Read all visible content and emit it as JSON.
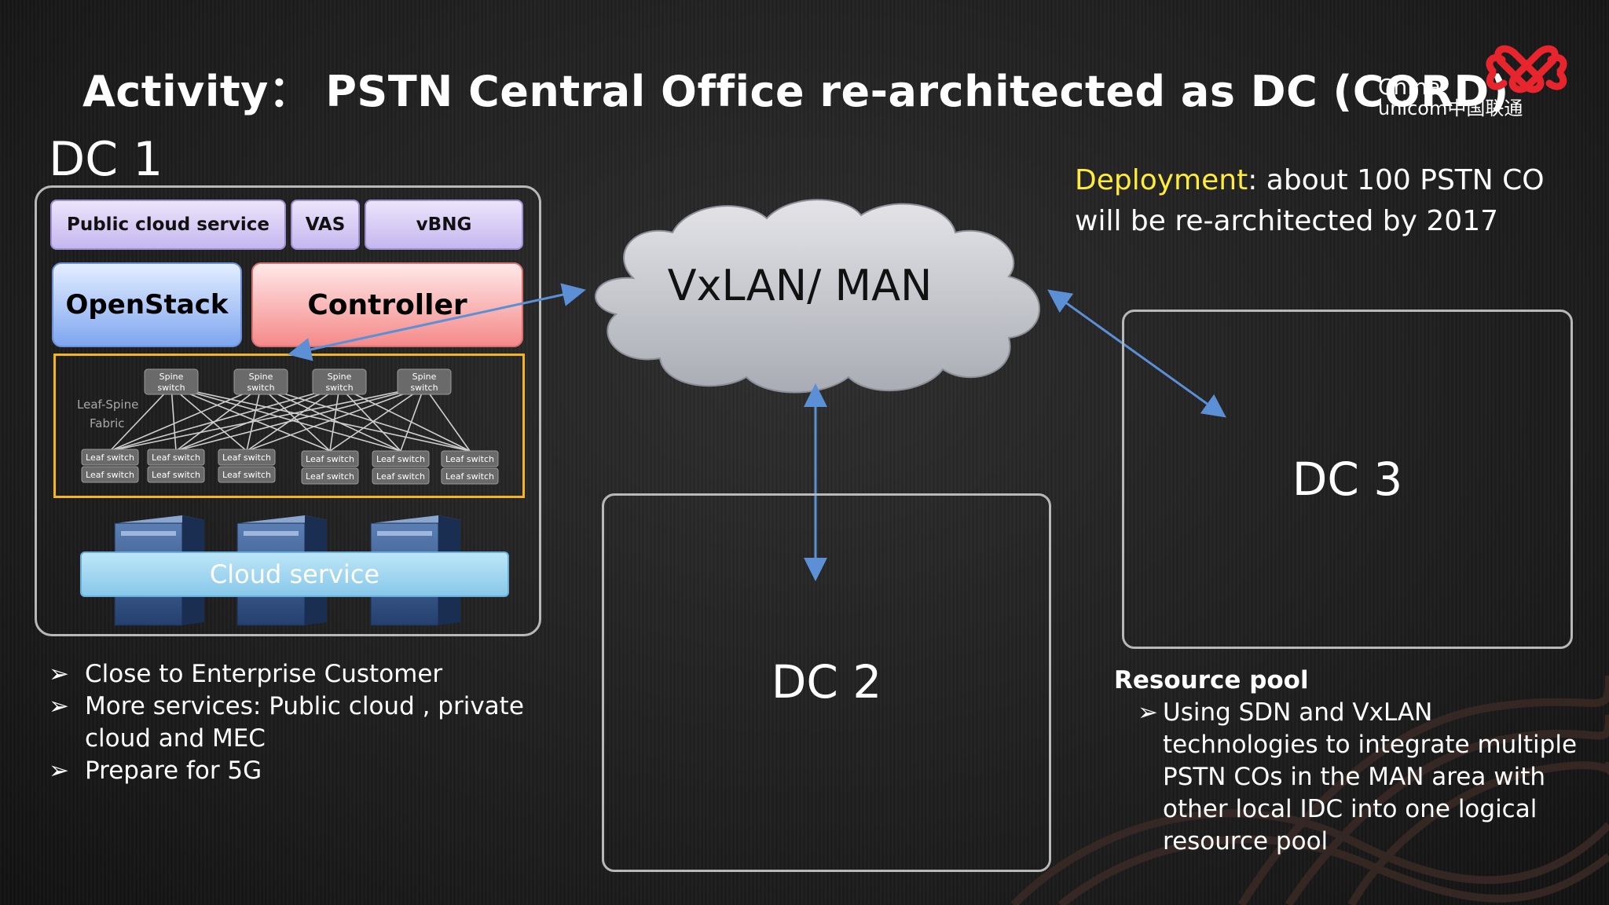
{
  "slide": {
    "title_prefix": "Activity：",
    "title_main": "PSTN Central Office re-architected as DC (CORD)"
  },
  "logo": {
    "line1": "China",
    "line2": "unicom中国联通",
    "color": "#e8242d"
  },
  "dc1": {
    "label": "DC 1",
    "services": [
      "Public cloud service",
      "VAS",
      "vBNG"
    ],
    "openstack": "OpenStack",
    "controller": "Controller",
    "fabric_label_1": "Leaf-Spine",
    "fabric_label_2": "Fabric",
    "spine_label_1": "Spine",
    "spine_label_2": "switch",
    "leaf_label": "Leaf switch",
    "cloud_service": "Cloud service"
  },
  "network": {
    "cloud_label": "VxLAN/ MAN"
  },
  "dc2": {
    "label": "DC 2"
  },
  "dc3": {
    "label": "DC 3"
  },
  "deployment": {
    "highlight": "Deployment",
    "line1_rest": ":  about 100 PSTN CO",
    "line2": "will be re-architected by 2017"
  },
  "dc1_bullets": [
    "Close to Enterprise  Customer",
    "More services: Public cloud , private cloud and  MEC",
    "Prepare for 5G"
  ],
  "resource_pool": {
    "heading": "Resource pool",
    "item": "Using SDN and VxLAN technologies to integrate multiple PSTN COs in the MAN area with other local IDC  into one logical resource pool"
  },
  "colors": {
    "accent_yellow": "#ffec3a",
    "fabric_border": "#f2b51f",
    "arrow": "#5b8fd6",
    "frame": "#b8b8b8"
  }
}
